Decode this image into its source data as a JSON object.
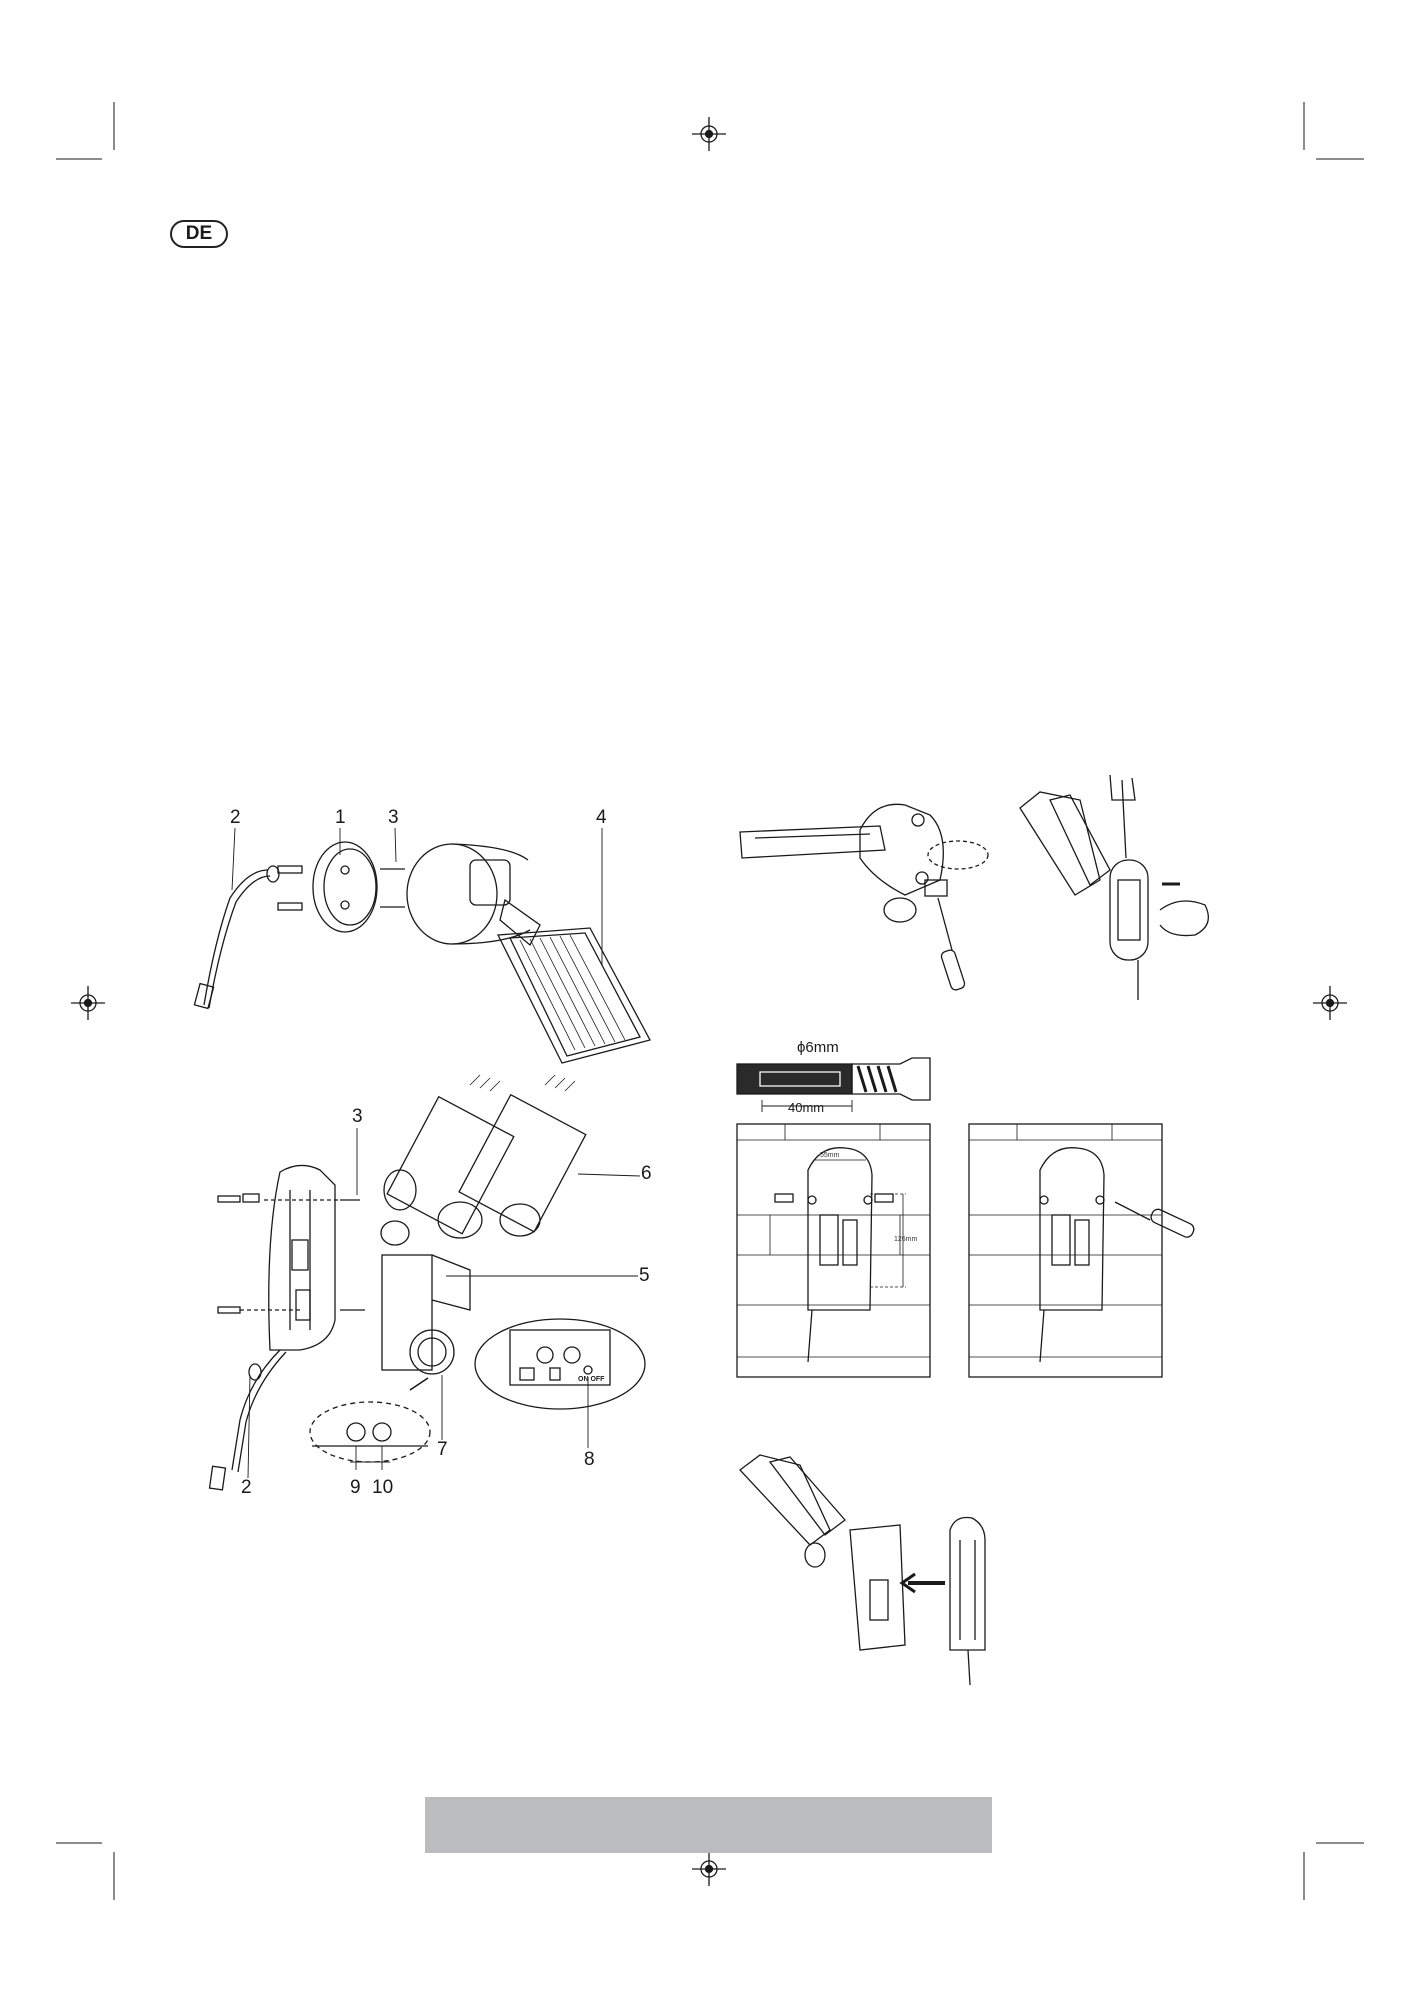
{
  "language_badge": "DE",
  "figure_labels": {
    "l1": "1",
    "l2": "2",
    "l3": "3",
    "l4": "4",
    "l3b": "3",
    "l6": "6",
    "l5": "5",
    "l7": "7",
    "l8": "8",
    "l2b": "2",
    "l9": "9",
    "l10": "10"
  },
  "drill": {
    "diameter": "ϕ6mm",
    "depth": "40mm"
  },
  "wall_dims": {
    "horizontal": "55mm",
    "vertical": "126mm"
  },
  "switch_text": "ON OFF",
  "colors": {
    "footer_bar": "#bbbcbe",
    "line": "#1a1a1a"
  }
}
